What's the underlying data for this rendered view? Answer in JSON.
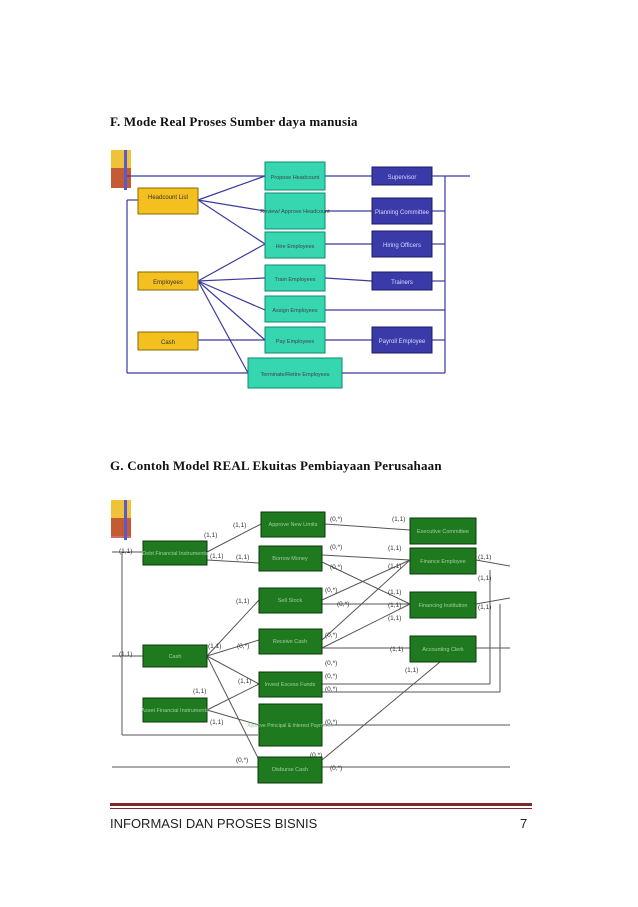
{
  "headings": {
    "section_f": "F. Mode Real Proses Sumber daya manusia",
    "section_g": "G. Contoh Model REAL Ekuitas Pembiayaan Perusahaan"
  },
  "diagram1": {
    "resources": [
      "Headcount List",
      "Employees",
      "Cash"
    ],
    "events": [
      "Propose Headcount",
      "Review/ Approve Headcount",
      "Hire Employees",
      "Train Employees",
      "Assign Employees",
      "Pay Employees",
      "Terminate/Retire Employees"
    ],
    "agents": [
      "Supervisor",
      "Planning Committee",
      "Hiring Officers",
      "Trainers",
      "Payroll Employee"
    ]
  },
  "diagram2": {
    "resources": [
      "Debt Financial Instruments",
      "Cash",
      "Asset Financial Instruments"
    ],
    "events": [
      "Approve New Limits",
      "Borrow Money",
      "Sell Stock",
      "Receive Cash",
      "Invest Excess Funds",
      "Approve Principal & Interest Payments",
      "Disburse Cash"
    ],
    "agents": [
      "Executive Committee",
      "Finance Employee",
      "Financing Institution",
      "Accounting Clerk"
    ],
    "cardinalities": {
      "one": "(1,1)",
      "many": "(0,*)"
    }
  },
  "footer": {
    "title": "INFORMASI DAN PROSES BISNIS",
    "page": "7"
  }
}
